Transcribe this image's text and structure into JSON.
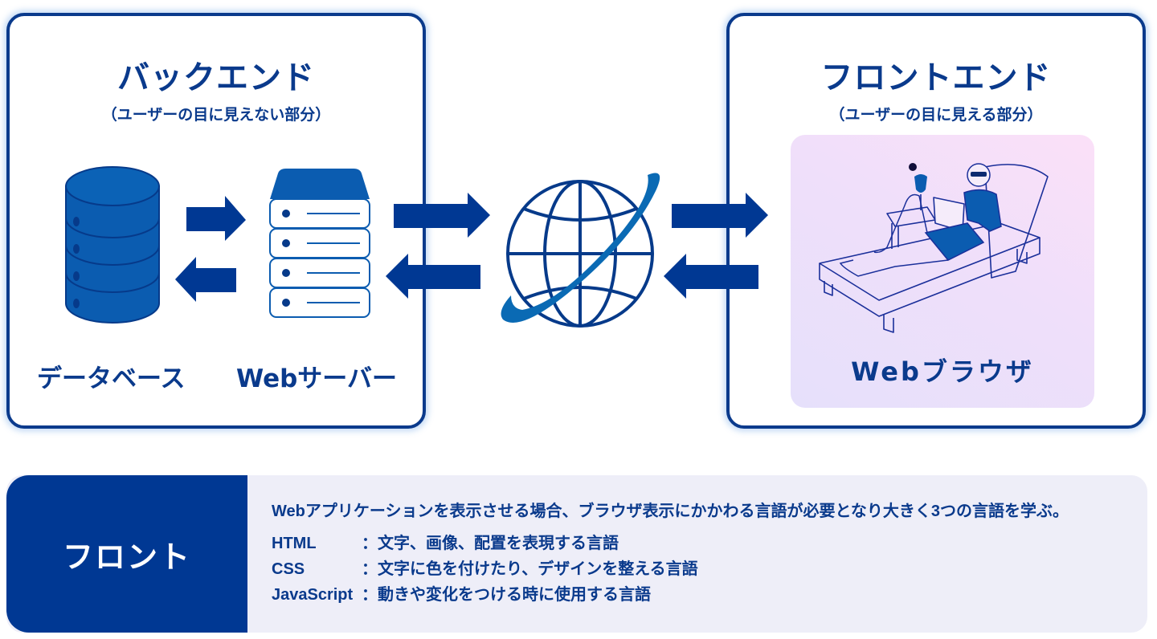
{
  "backend": {
    "title": "バックエンド",
    "subtitle": "（ユーザーの目に見えない部分）",
    "database_label": "データベース",
    "server_label": "Webサーバー"
  },
  "frontend": {
    "title": "フロントエンド",
    "subtitle": "（ユーザーの目に見える部分）",
    "browser_label": "Webブラウザ"
  },
  "icons": {
    "database": "database-icon",
    "server": "server-icon",
    "internet": "globe-icon",
    "browser": "person-on-lounger-illustration",
    "arrows": [
      "arrow-right-icon",
      "arrow-left-icon"
    ]
  },
  "info": {
    "tab_label": "フロント",
    "intro": "Webアプリケーションを表示させる場合、ブラウザ表示にかかわる言語が必要となり大きく3つの言語を学ぶ。",
    "languages": [
      {
        "name": "HTML",
        "desc": "：文字、画像、配置を表現する言語"
      },
      {
        "name": "CSS",
        "desc": "：文字に色を付けたり、デザインを整える言語"
      },
      {
        "name": "JavaScript",
        "desc": "：動きや変化をつける時に使用する言語"
      }
    ]
  },
  "colors": {
    "primary": "#0a3a8c",
    "accent_blue": "#0a6ab4",
    "icon_fill": "#0b5cb0",
    "info_bg": "#eeeef8",
    "tab_bg": "#003893"
  }
}
